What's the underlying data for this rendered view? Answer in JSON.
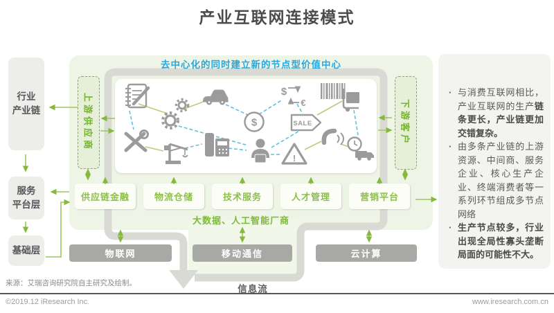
{
  "title": "产业互联网连接模式",
  "colors": {
    "accent_green": "#8cc04b",
    "arrow_green": "#9dc45e",
    "header_cyan": "#2aa7dc",
    "dashed_link_cyan": "#5fc0dc",
    "olive_link": "#c2ca77",
    "pipe_gray": "#dadad5",
    "icon_gray": "#9b9b9b",
    "container_green": "#eff5e6"
  },
  "left_layers": [
    {
      "line1": "行业",
      "line2": "产业链"
    },
    {
      "line1": "服务",
      "line2": "平台层"
    },
    {
      "line1": "基础层",
      "line2": ""
    }
  ],
  "diagram": {
    "header": "去中心化的同时建立新的节点型价值中心",
    "upstream_label": "上游供应商",
    "downstream_label": "下游客户",
    "service_boxes": [
      "供应链金融",
      "物流仓储",
      "技术服务",
      "人才管理",
      "营销平台"
    ],
    "vendor_label": "大数据、人工智能厂商",
    "infra_boxes": [
      "物联网",
      "移动通信",
      "云计算"
    ],
    "flow_label": "信息流",
    "icons": [
      "notebook-pen",
      "gears",
      "car",
      "currency-exchange",
      "dollar-coin",
      "sale-tag",
      "barcode",
      "hand-truck",
      "repair-tools",
      "crane",
      "desk-phone",
      "worker-with-case",
      "warning-triangle",
      "phone-handset",
      "delivery-truck-clock"
    ],
    "glyphs": {
      "dollar": "$",
      "euro": "€",
      "sale": "SALE",
      "bang": "!"
    }
  },
  "right_panel": {
    "bullet_char": "·",
    "bullets": [
      {
        "normal": "与消费互联网相比，产业互联网的生产",
        "bold": "链条更长，产业链更加交错复杂。"
      },
      {
        "normal": "由多条产业链的上游资源、中间商、服务企业、核心生产企业、终端消费者等一系列环节组成多节点网络",
        "bold": ""
      },
      {
        "normal": "",
        "bold": "生产节点较多，行业出现全局性寡头垄断局面的可能性不大。"
      }
    ]
  },
  "footer": {
    "source": "来源：艾瑞咨询研究院自主研究及绘制。",
    "copyright": "©2019.12 iResearch Inc.",
    "website": "www.iresearch.com.cn"
  }
}
